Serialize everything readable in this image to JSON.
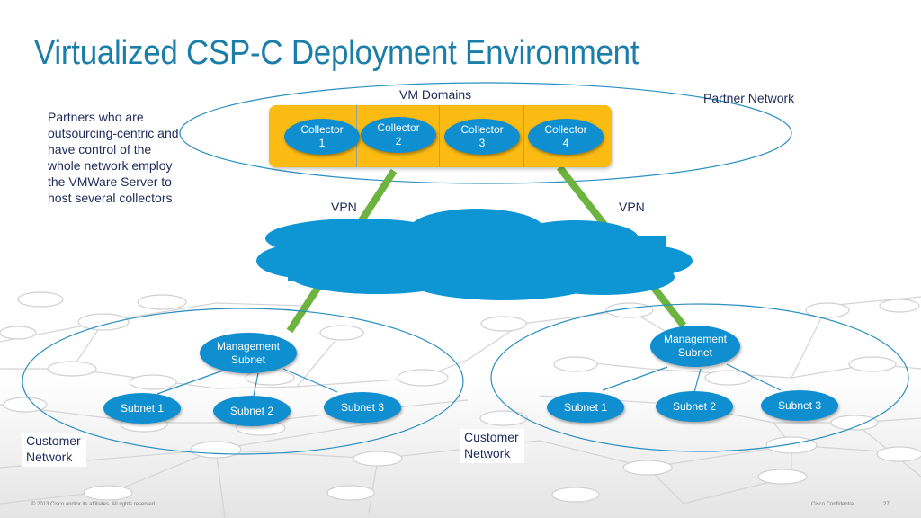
{
  "slide": {
    "title": "Virtualized CSP-C Deployment Environment",
    "description": "Partners who are outsourcing-centric and have control of the whole network employ the VMWare Server to host several collectors"
  },
  "partner_network": {
    "label": "Partner Network",
    "vm_domains_label": "VM Domains",
    "collectors": [
      {
        "line1": "Collector",
        "line2": "1"
      },
      {
        "line1": "Collector",
        "line2": "2"
      },
      {
        "line1": "Collector",
        "line2": "3"
      },
      {
        "line1": "Collector",
        "line2": "4"
      }
    ]
  },
  "vpn": {
    "left_label": "VPN",
    "right_label": "VPN"
  },
  "customer_networks": [
    {
      "label_line1": "Customer",
      "label_line2": "Network",
      "management": {
        "line1": "Management",
        "line2": "Subnet"
      },
      "subnets": [
        "Subnet 1",
        "Subnet 2",
        "Subnet 3"
      ]
    },
    {
      "label_line1": "Customer",
      "label_line2": "Network",
      "management": {
        "line1": "Management",
        "line2": "Subnet"
      },
      "subnets": [
        "Subnet 1",
        "Subnet 2",
        "Subnet 3"
      ]
    }
  ],
  "footer": {
    "copyright": "© 2013 Cisco and/or its affiliates. All rights reserved.",
    "confidential": "Cisco Confidential",
    "page_number": "27"
  },
  "colors": {
    "title": "#1b7ea8",
    "node_blue": "#0f8fd0",
    "panel_yellow": "#fbbb13",
    "vpn_green": "#6db33f",
    "outline_blue": "#2a8fc0"
  }
}
